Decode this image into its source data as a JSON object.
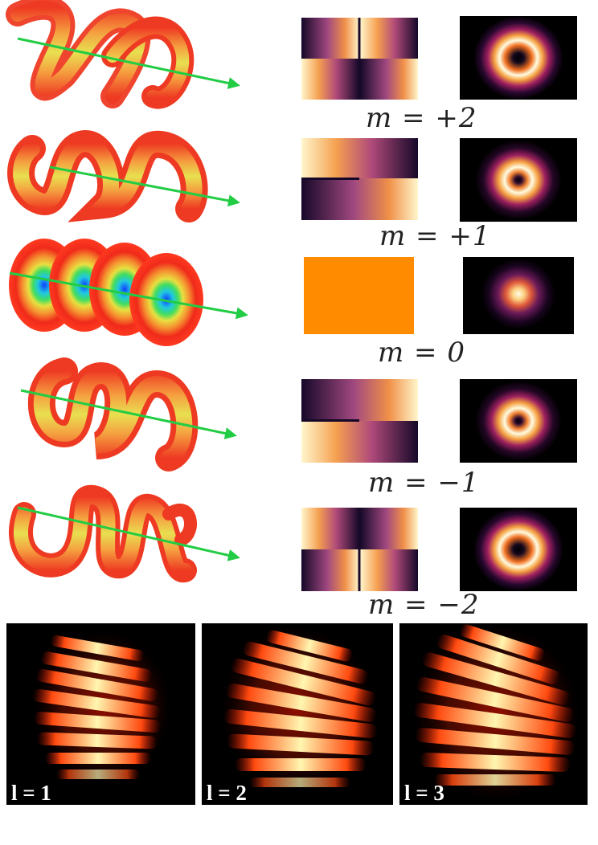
{
  "modes": [
    {
      "m_label": "m = +2",
      "m": 2
    },
    {
      "m_label": "m = +1",
      "m": 1
    },
    {
      "m_label": "m = 0",
      "m": 0
    },
    {
      "m_label": "m = −1",
      "m": -1
    },
    {
      "m_label": "m = −2",
      "m": -2
    }
  ],
  "interference": [
    {
      "label": "l = 1",
      "l": 1
    },
    {
      "label": "l = 2",
      "l": 2
    },
    {
      "label": "l = 3",
      "l": 3
    }
  ],
  "colors": {
    "arrow": "#22cc44",
    "wave_outer": "#ee3a22",
    "wave_inner": "#e8e050",
    "phase_dark": "#1a0a3a",
    "phase_mid": "#b04a7a",
    "phase_light": "#fff8d0",
    "flat_phase": "#ff8c00",
    "panel_bg": "#000000",
    "fringe_bright": "#fff3a0",
    "fringe_red": "#cc1100"
  }
}
